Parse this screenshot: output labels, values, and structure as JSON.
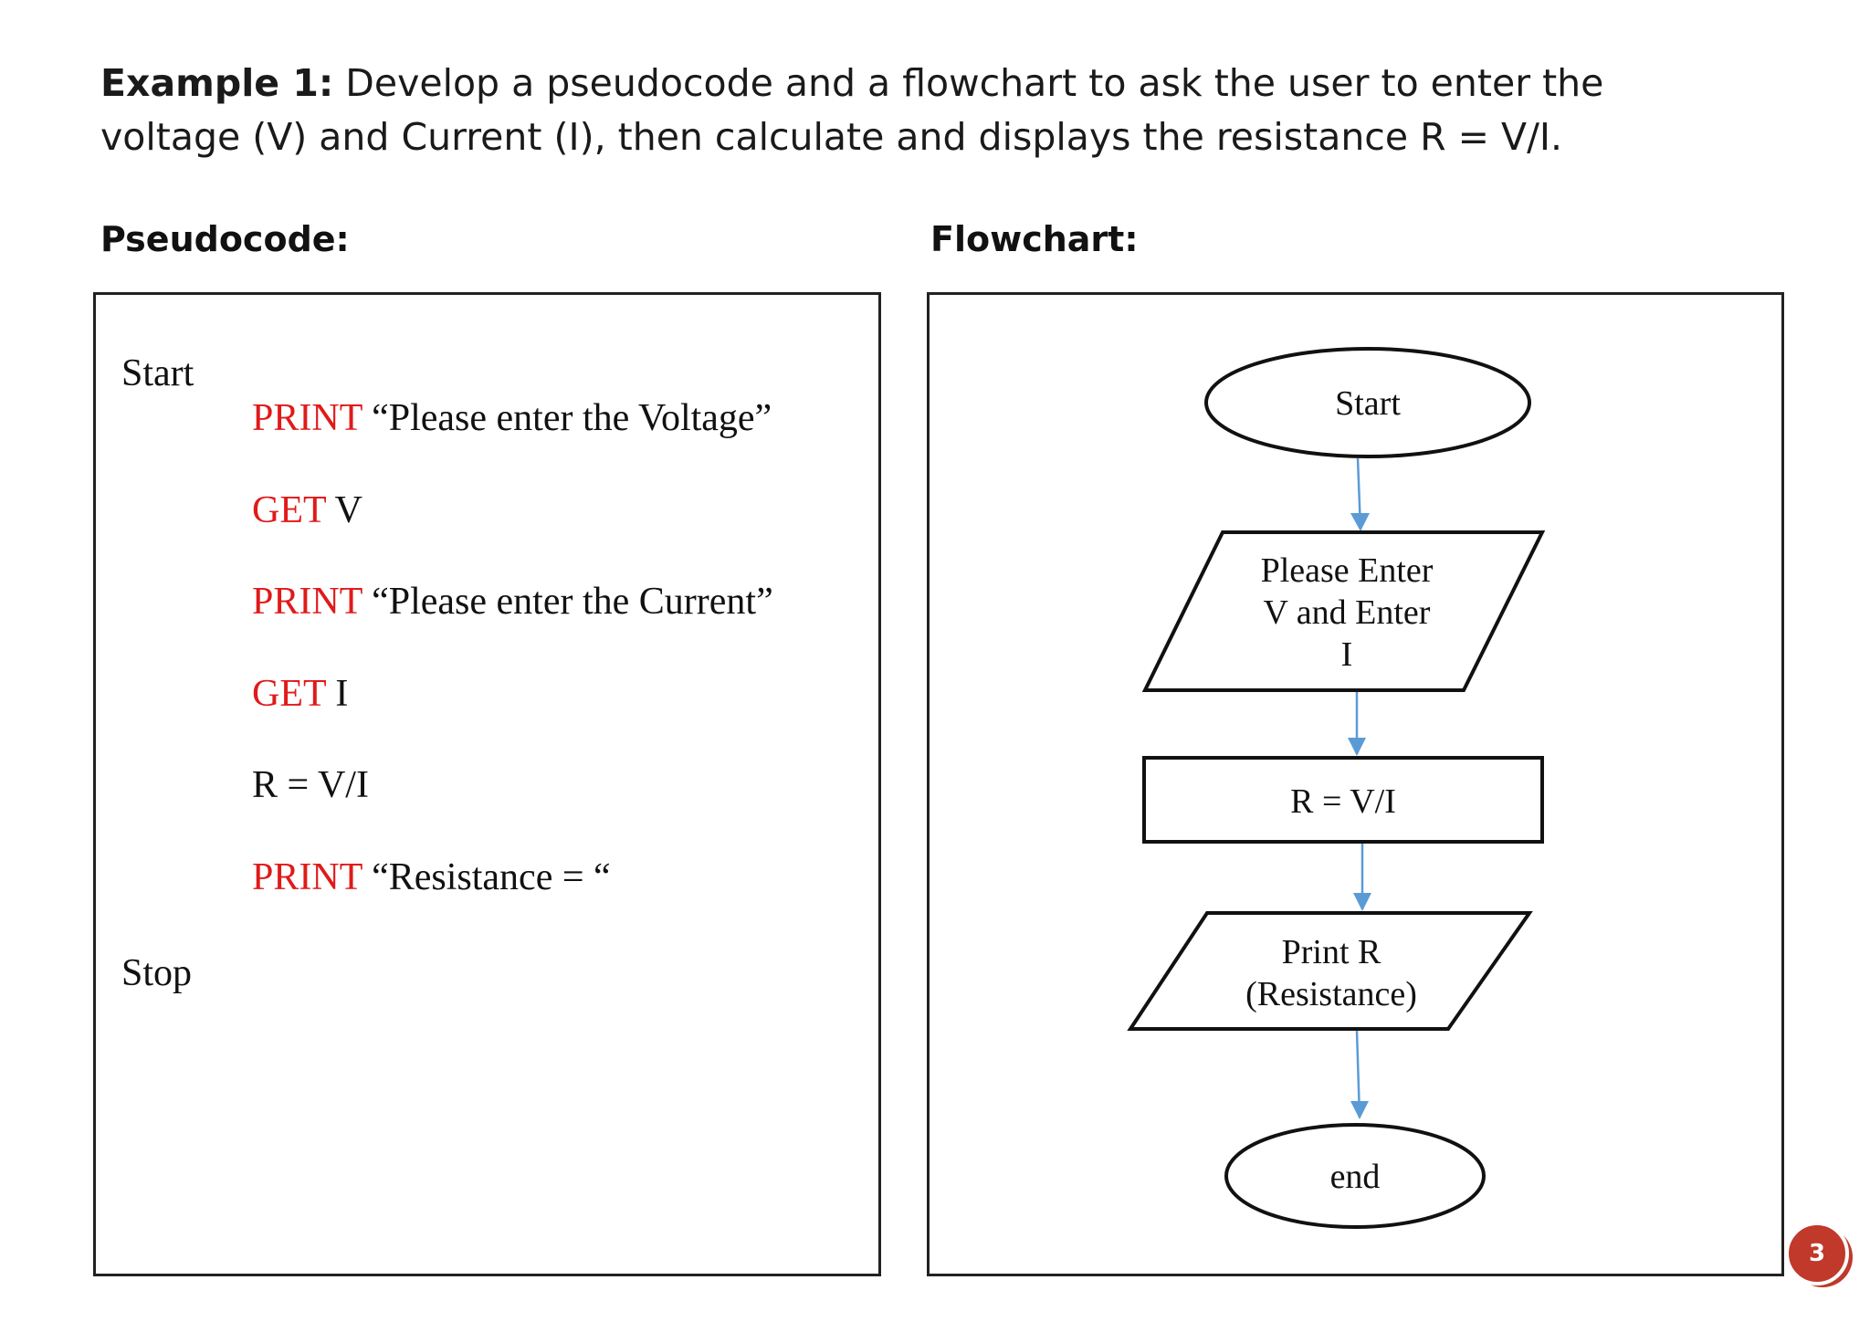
{
  "intro": {
    "lead": "Example 1:",
    "line1": " Develop a pseudocode and a flowchart to ask the user to enter the",
    "line2": "voltage (V) and Current (I), then calculate and displays the resistance R = V/I."
  },
  "pseudocode": {
    "label": "Pseudocode:",
    "start": "Start",
    "lines": [
      {
        "keyword": "PRINT",
        "rest": " “Please enter the Voltage”"
      },
      {
        "keyword": "GET",
        "rest": " V"
      },
      {
        "keyword": "PRINT",
        "rest": " “Please enter the Current”"
      },
      {
        "keyword": "GET",
        "rest": " I"
      },
      {
        "keyword": "",
        "rest": "R = V/I"
      },
      {
        "keyword": "PRINT",
        "rest": " “Resistance = “"
      }
    ],
    "stop": "Stop"
  },
  "flowchart": {
    "label": "Flowchart:",
    "start": "Start",
    "input_lines": [
      "Please Enter",
      "V and Enter",
      "I"
    ],
    "process": "R = V/I",
    "output_lines": [
      "Print R",
      "(Resistance)"
    ],
    "end": "end"
  },
  "colors": {
    "keyword": "#e01a1a",
    "arrow": "#5b9bd5",
    "badge": "#c0392b"
  },
  "page_number": "3"
}
